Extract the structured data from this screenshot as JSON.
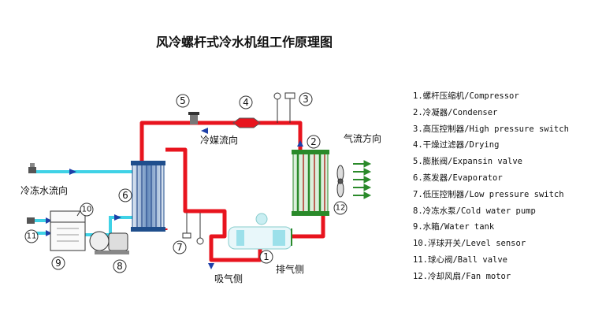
{
  "title": "风冷螺杆式冷水机组工作原理图",
  "labels": {
    "refrigerant_flow": "冷媒流向",
    "air_flow": "气流方向",
    "chilled_water_flow": "冷冻水流向",
    "suction_side": "吸气侧",
    "discharge_side": "排气侧"
  },
  "callouts": [
    "1",
    "2",
    "3",
    "4",
    "5",
    "6",
    "7",
    "8",
    "9",
    "10",
    "11",
    "12"
  ],
  "legend": [
    "1.螺杆压缩机/Compressor",
    "2.冷凝器/Condenser",
    "3.高压控制器/High pressure switch",
    "4.干燥过滤器/Drying",
    "5.膨胀阀/Expansin valve",
    "6.蒸发器/Evaporator",
    "7.低压控制器/Low pressure switch",
    "8.冷冻水泵/Cold water pump",
    "9.水箱/Water tank",
    "10.浮球开关/Level sensor",
    "11.球心阀/Ball valve",
    "12.冷却风扇/Fan motor"
  ],
  "colors": {
    "refrigerant_pipe": "#e8141e",
    "water_pipe": "#3fd2e6",
    "flow_arrow": "#1d3fa8",
    "condenser_green": "#2a8a2a",
    "evaporator_blue": "#1f4e8c"
  }
}
